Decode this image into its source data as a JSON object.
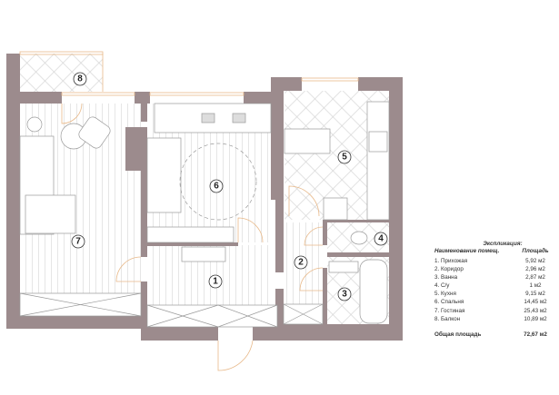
{
  "plan": {
    "room_markers": [
      "1",
      "2",
      "3",
      "4",
      "5",
      "6",
      "7",
      "8"
    ],
    "colors": {
      "wall": "#9c8b8d",
      "line": "#bbbbbb",
      "door": "#e8b98a"
    }
  },
  "legend": {
    "title": "Экспликация:",
    "col_name": "Наименование помещ.",
    "col_area": "Площадь",
    "rows": [
      {
        "name": "1. Прихожая",
        "area": "5,92 м2"
      },
      {
        "name": "2. Коридор",
        "area": "2,96 м2"
      },
      {
        "name": "3. Ванна",
        "area": "2,87 м2"
      },
      {
        "name": "4. С/у",
        "area": "1 м2"
      },
      {
        "name": "5. Кухня",
        "area": "9,15 м2"
      },
      {
        "name": "6. Спальня",
        "area": "14,45 м2"
      },
      {
        "name": "7. Гостиная",
        "area": "25,43 м2"
      },
      {
        "name": "8. Балкон",
        "area": "10,89 м2"
      }
    ],
    "total_label": "Общая площадь",
    "total_value": "72,67 м2"
  }
}
